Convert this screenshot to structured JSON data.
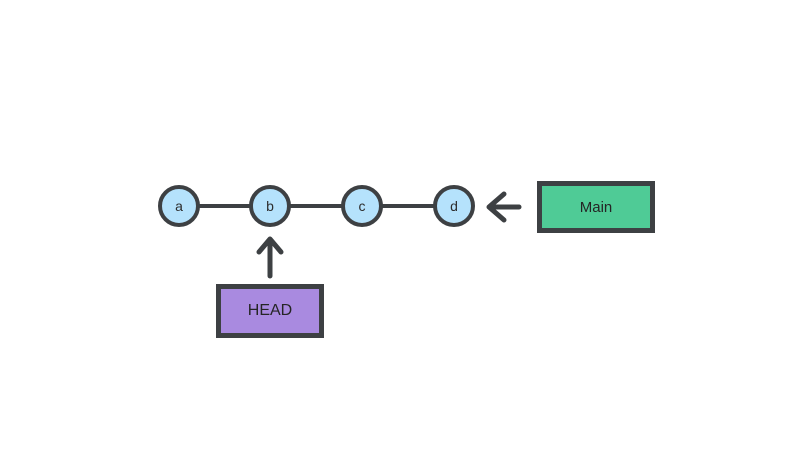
{
  "canvas": {
    "background": "#ffffff"
  },
  "diagram": {
    "nodes": [
      {
        "id": "a",
        "label": "a"
      },
      {
        "id": "b",
        "label": "b"
      },
      {
        "id": "c",
        "label": "c"
      },
      {
        "id": "d",
        "label": "d"
      }
    ],
    "edges": [
      {
        "from": "a",
        "to": "b"
      },
      {
        "from": "b",
        "to": "c"
      },
      {
        "from": "c",
        "to": "d"
      }
    ],
    "pointers": {
      "head": {
        "label": "HEAD",
        "points_to": "b",
        "fill": "#a98ae0"
      },
      "main": {
        "label": "Main",
        "points_to": "d",
        "fill": "#4fcb96"
      }
    },
    "colors": {
      "node_fill": "#b5e2fc",
      "stroke": "#3d4043",
      "text": "#2d2d2d"
    }
  }
}
